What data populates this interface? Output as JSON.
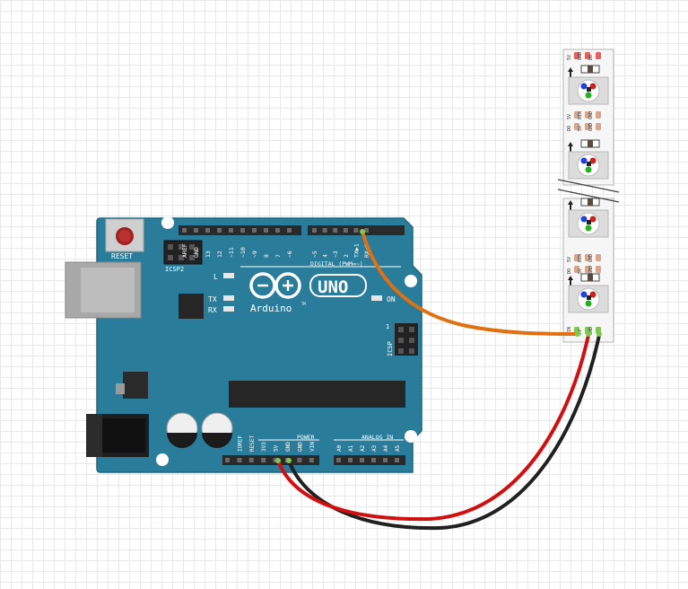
{
  "colors": {
    "board": "#2a7d9a",
    "board_edge": "#1f6580",
    "wire_signal": "#e07010",
    "wire_power": "#d01010",
    "wire_ground": "#202020",
    "pad_copper": "#d9a58a",
    "pad_red": "#e8605a"
  },
  "arduino": {
    "logo_text": "Arduino",
    "tm": "TM",
    "uno_text": "UNO",
    "reset_label": "RESET",
    "icsp2_label": "ICSP2",
    "icsp_label": "ICSP",
    "icsp_pin1": "1",
    "led_l": "L",
    "led_tx": "TX",
    "led_rx": "RX",
    "led_on": "ON",
    "digital_label": "DIGITAL (PWM=~)",
    "power_label": "POWER",
    "analog_label": "ANALOG IN",
    "digital_pins": [
      "AREF",
      "GND",
      "13",
      "12",
      "~11",
      "~10",
      "~9",
      "8",
      "7",
      "~6",
      "~5",
      "4",
      "~3",
      "2",
      "TX▶1",
      "RX◀0"
    ],
    "power_pins": [
      "IOREF",
      "RESET",
      "3V3",
      "5V",
      "GND",
      "GND",
      "VIN"
    ],
    "analog_pins": [
      "A0",
      "A1",
      "A2",
      "A3",
      "A4",
      "A5"
    ]
  },
  "led_strip": {
    "top_pad_labels": [
      "5V",
      "GND",
      "DO"
    ],
    "mid_pad_labels": [
      "5V",
      "DIN",
      "GND",
      "DO",
      "5V",
      "GND"
    ],
    "bottom_pad_labels": [
      "DIN",
      "5V",
      "GND"
    ]
  }
}
